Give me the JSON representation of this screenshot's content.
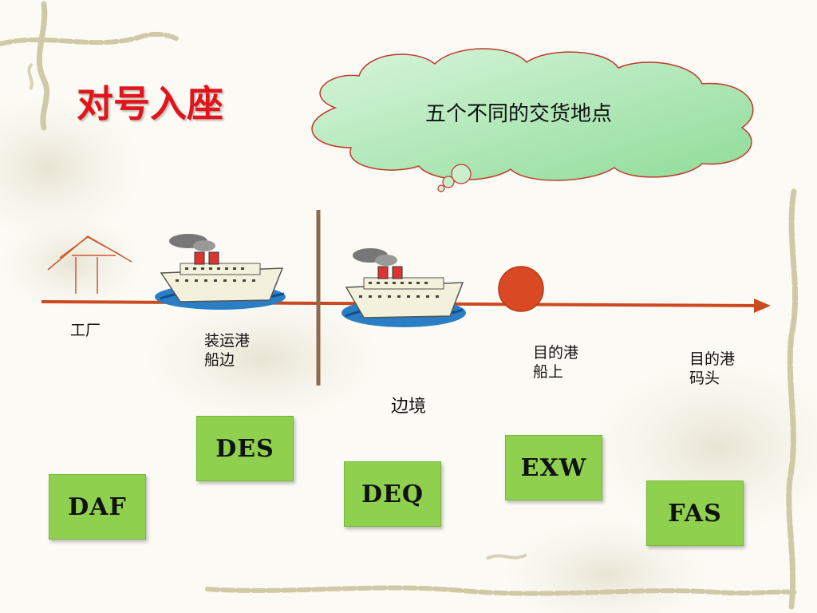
{
  "slide": {
    "title": "对号入座",
    "bubble_text": "五个不同的交货地点"
  },
  "locations": {
    "factory": "工厂",
    "loading_port_line1": "装运港",
    "loading_port_line2": "船边",
    "border": "边境",
    "dest_ship_line1": "目的港",
    "dest_ship_line2": "船上",
    "dest_quay_line1": "目的港",
    "dest_quay_line2": "码头"
  },
  "terms": {
    "des": "DES",
    "daf": "DAF",
    "deq": "DEQ",
    "exw": "EXW",
    "fas": "FAS"
  },
  "colors": {
    "title": "#e0141a",
    "arrow": "#cc4a22",
    "marker": "#d94a24",
    "term_box": "#8fd14f",
    "cloud_fill": "#aee7b4"
  }
}
